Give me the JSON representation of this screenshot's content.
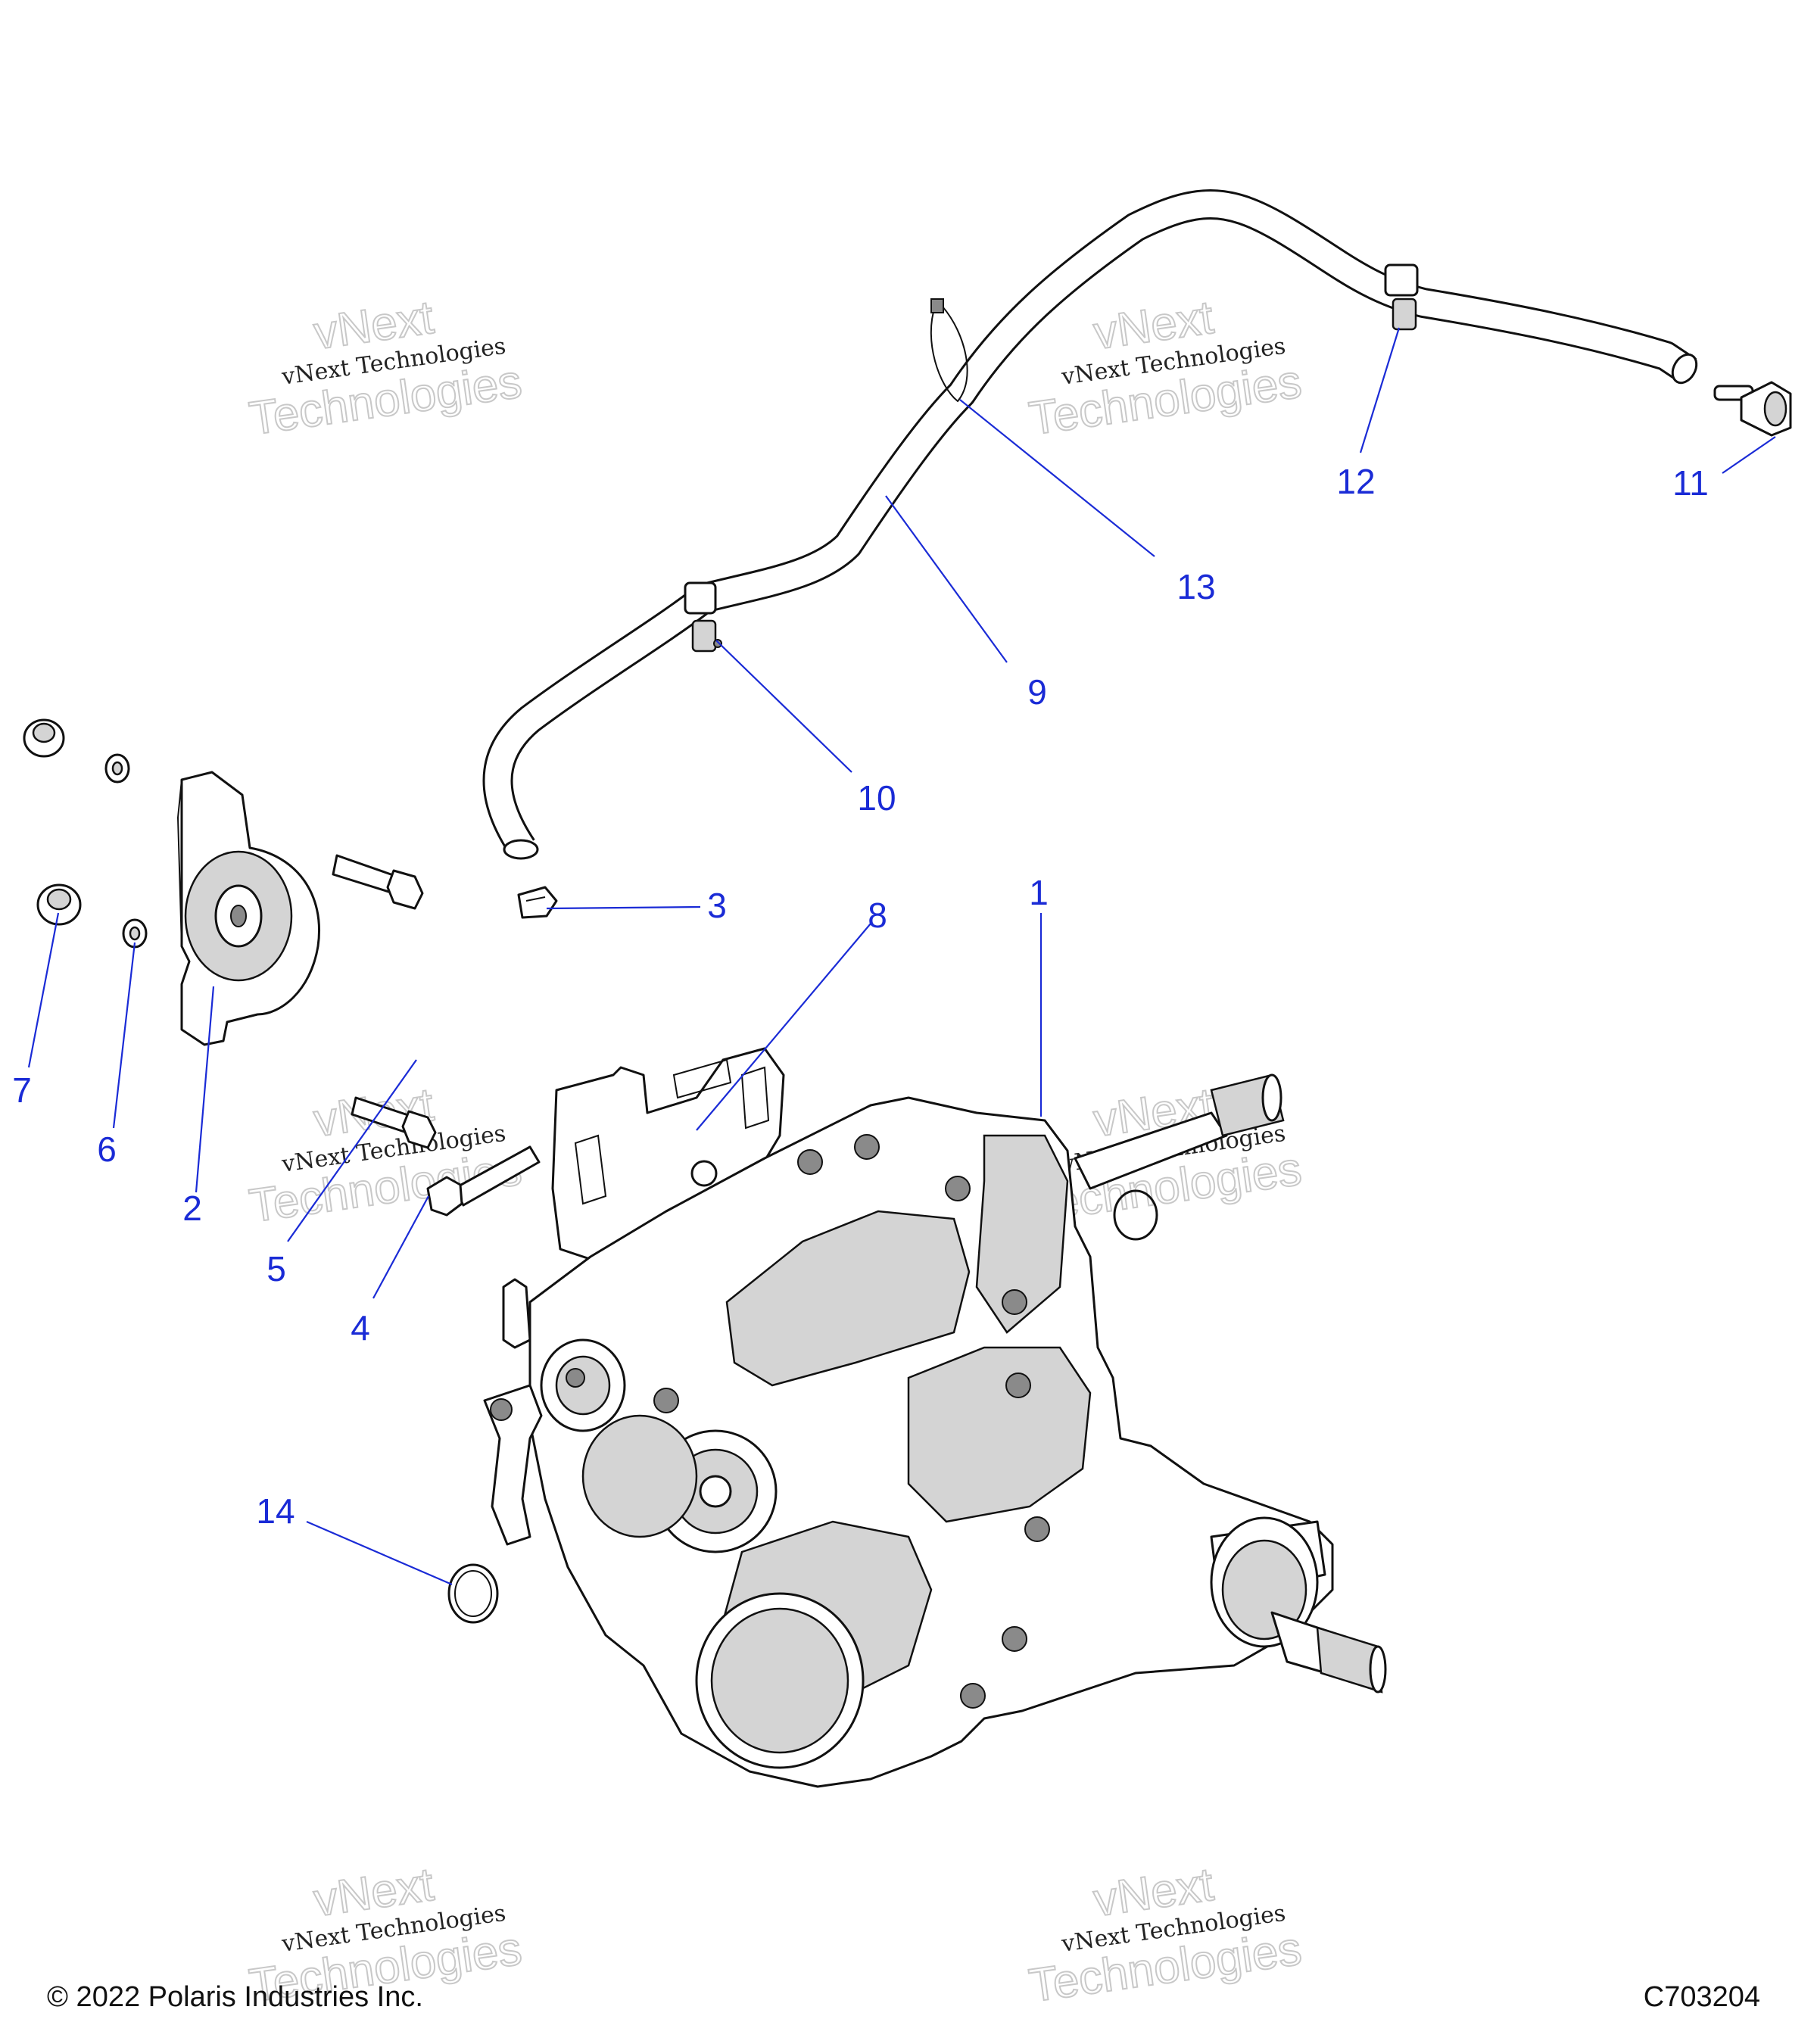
{
  "diagram": {
    "callouts": [
      "1",
      "2",
      "3",
      "4",
      "5",
      "6",
      "7",
      "8",
      "9",
      "10",
      "11",
      "12",
      "13",
      "14"
    ],
    "watermark_line1": "vNext",
    "watermark_line2": "vNext Technologies",
    "watermark_line3": "Technologies",
    "accent_color": "#1a2bd6"
  },
  "footer": {
    "copyright": "© 2022 Polaris Industries Inc.",
    "drawing_number": "C703204"
  }
}
